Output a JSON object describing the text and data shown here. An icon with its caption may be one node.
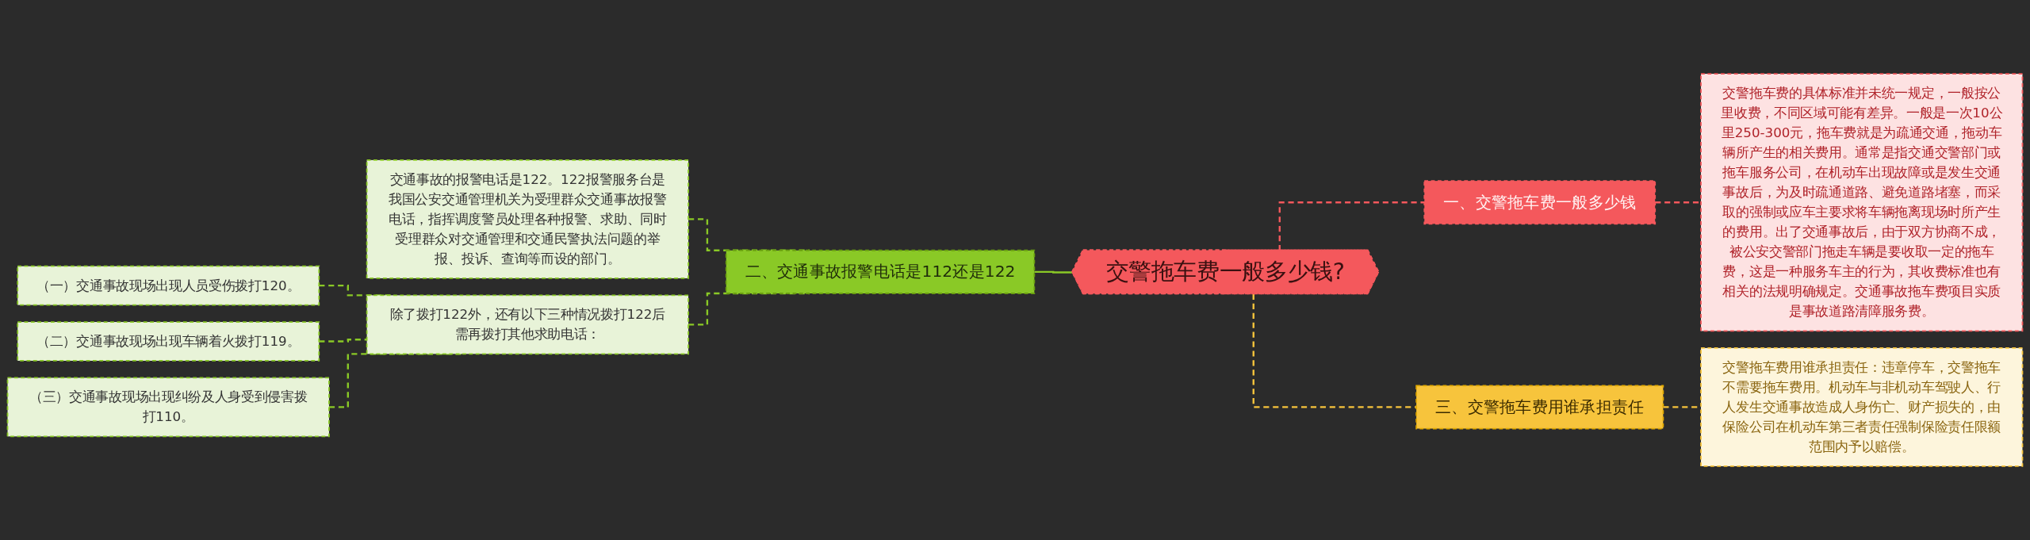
{
  "diagram": {
    "nodes": [
      {
        "text": [
          "交警拖车费一般多少钱?"
        ]
      },
      {
        "text": [
          "一、交警拖车费一般多少钱"
        ]
      },
      {
        "text": [
          "交警拖车费的具体标准并未统一规定，一般按公里收费，不同区域可能有差异。一般是一次10公里250-300元，拖车费就是为疏通交通，拖动车辆所产生的相关费用。通常是指交通交警部门或拖车服务公司，在机动车出现故障或是发生交通事故后，为及时疏通道路、避免道路堵塞，而采取的强制或应车主要求将车辆拖离现场时所产生的费用。出了交通事故后，由于双方协商不成，被公安交警部门拖走车辆是要收取一定的拖车费，这是一种服务车主的行为，其收费标准也有相关的法规明确规定。交通事故拖车费项目实质是事故道路清障服务费。"
        ]
      },
      {
        "text": [
          "二、交通事故报警电话是112还是122"
        ]
      },
      {
        "text": [
          "交通事故的报警电话是122。122报警服务台是我国公安交通管理机关为受理群众交通事故报警电话，指挥调度警员处理各种报警、求助、同时受理群众对交通管理和交通民警执法问题的举报、投诉、查询等而设的部门。"
        ]
      },
      {
        "text": [
          "除了拨打122外，还有以下三种情况拨打122后需再拨打其他求助电话："
        ]
      },
      {
        "text": [
          "（一）交通事故现场出现人员受伤拨打120。"
        ]
      },
      {
        "text": [
          "（二）交通事故现场出现车辆着火拨打119。"
        ]
      },
      {
        "text": [
          "（三）交通事故现场出现纠纷及人身受到侵害拨打110。"
        ]
      },
      {
        "text": [
          "三、交警拖车费用谁承担责任"
        ]
      },
      {
        "text": [
          "交警拖车费用谁承担责任：违章停车，交警拖车不需要拖车费用。机动车与非机动车驾驶人、行人发生交通事故造成人身伤亡、财产损失的，由保险公司在机动车第三者责任强制保险责任限额范围内予以赔偿。"
        ]
      }
    ],
    "edges": [
      {
        "from": 0,
        "to": 1,
        "arrow": "none",
        "style": "dashed",
        "color": "#f4585c"
      },
      {
        "from": 1,
        "to": 2,
        "arrow": "none",
        "style": "dashed",
        "color": "#f4585c"
      },
      {
        "from": 0,
        "to": 3,
        "arrow": "none"
      },
      {
        "from": 3,
        "to": 4,
        "arrow": "none",
        "style": "dashed"
      },
      {
        "from": 3,
        "to": 5,
        "arrow": "none",
        "style": "dashed"
      },
      {
        "from": 5,
        "to": 6,
        "arrow": "none",
        "style": "dashed"
      },
      {
        "from": 5,
        "to": 7,
        "arrow": "none",
        "style": "dashed"
      },
      {
        "from": 5,
        "to": 8,
        "arrow": "none",
        "style": "dashed"
      },
      {
        "from": 0,
        "to": 9,
        "arrow": "none",
        "style": "dashed",
        "color": "#f7c43c"
      },
      {
        "from": 9,
        "to": 10,
        "arrow": "none",
        "style": "dashed",
        "color": "#f7c43c"
      }
    ]
  }
}
